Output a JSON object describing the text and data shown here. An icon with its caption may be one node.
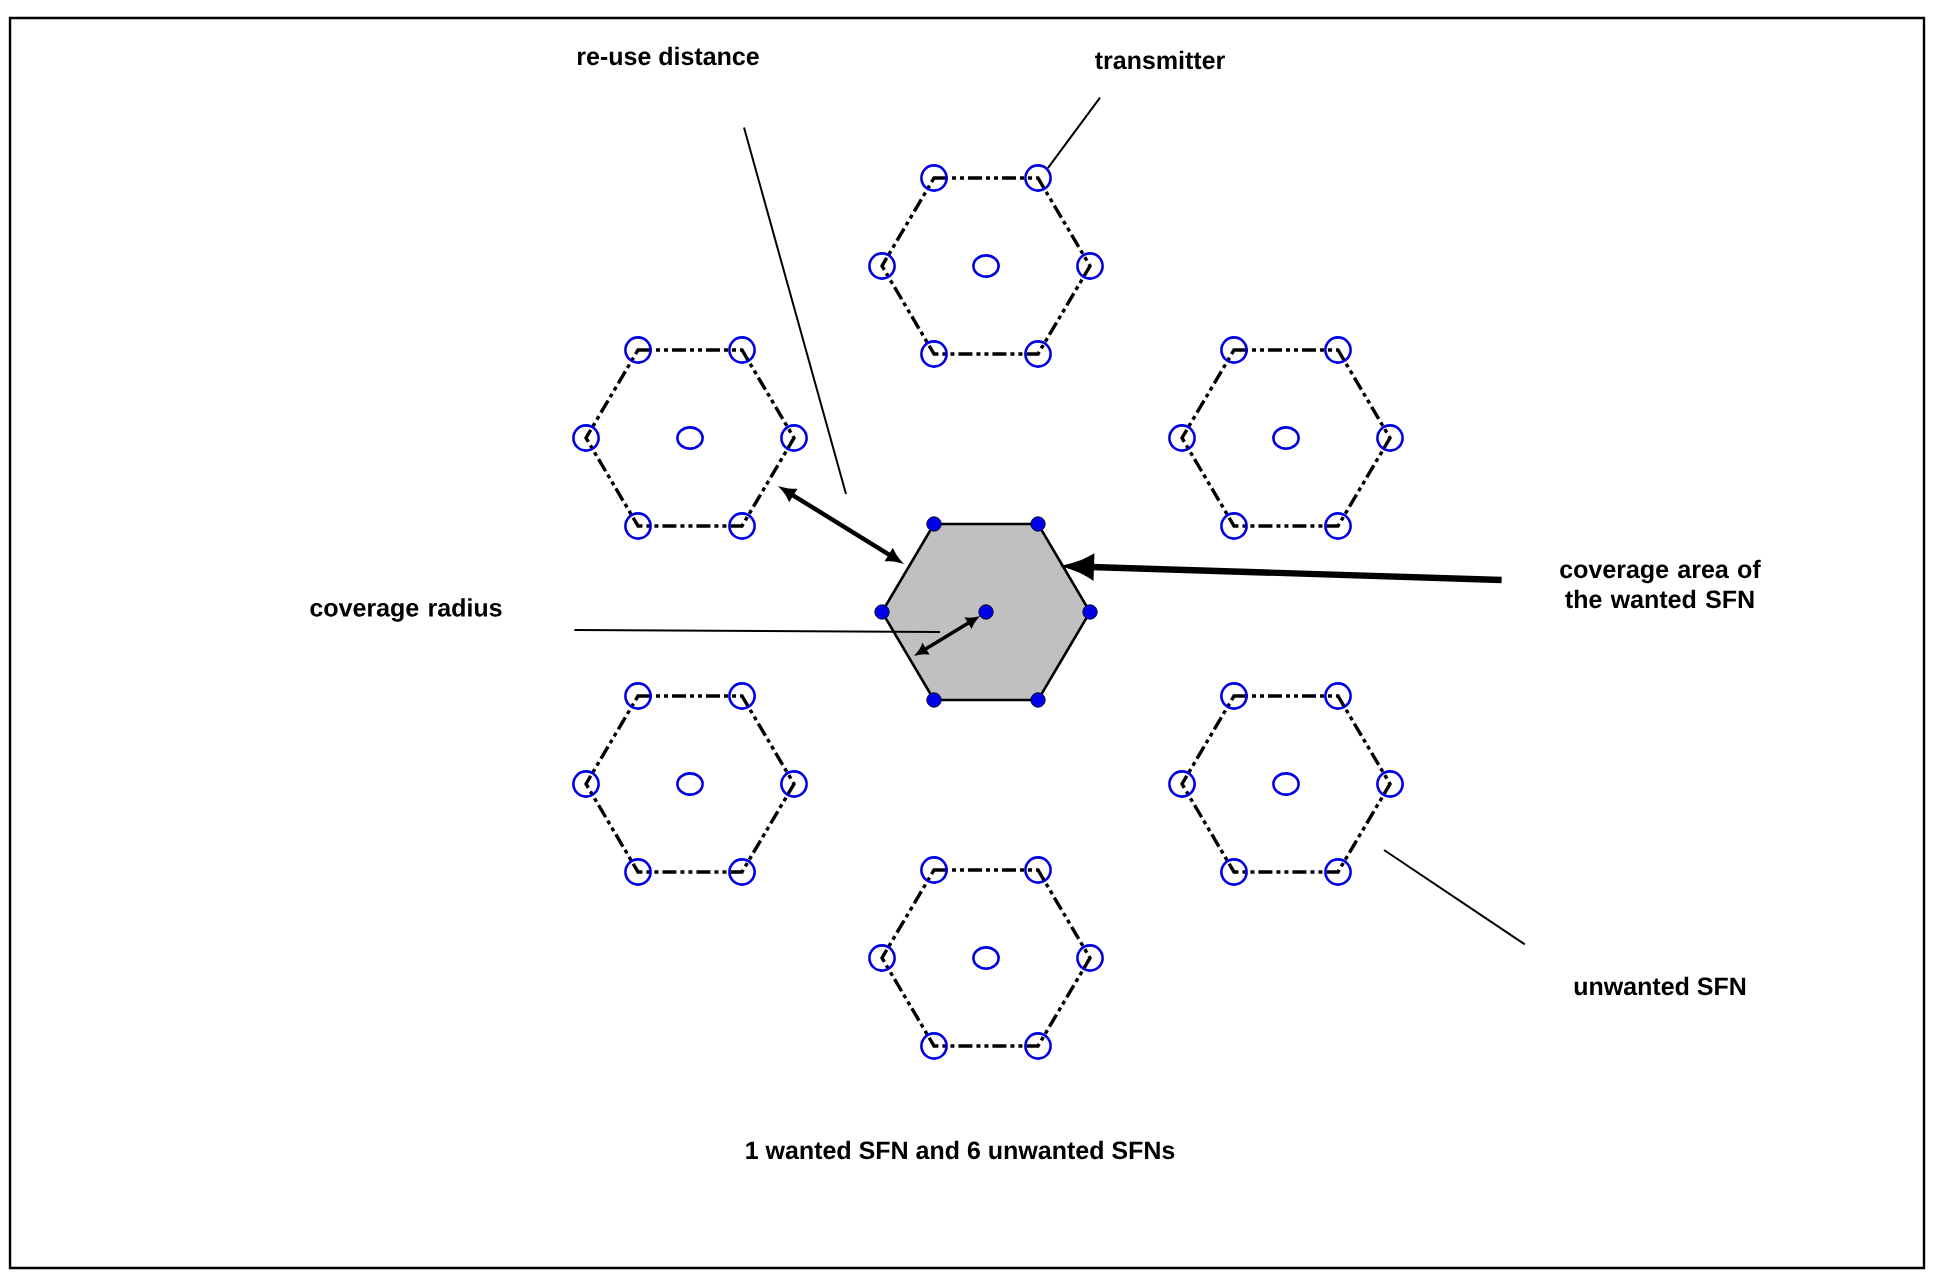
{
  "diagram": {
    "caption": "1 wanted SFN and 6 unwanted SFNs",
    "nodes": [
      {
        "text": [
          "re-use distance"
        ]
      },
      {
        "text": [
          "transmitter"
        ]
      },
      {
        "text": [
          "coverage radius"
        ]
      },
      {
        "text": [
          "coverage area of the wanted SFN"
        ]
      },
      {
        "text": [
          "unwanted SFN"
        ]
      },
      {
        "text": [],
        "shape": "hexagon"
      },
      {
        "text": [],
        "shape": "hexagon"
      },
      {
        "text": [],
        "shape": "hexagon"
      },
      {
        "text": [],
        "shape": "hexagon"
      },
      {
        "text": [],
        "shape": "hexagon"
      },
      {
        "text": [],
        "shape": "hexagon"
      },
      {
        "text": [],
        "shape": "hexagon"
      },
      {
        "text": [],
        "shape": "circle",
        "in": 6
      }
    ],
    "edges": [
      {
        "from": 0,
        "to": null,
        "arrow": "none"
      },
      {
        "from": 1,
        "to": 12,
        "arrow": "none"
      },
      {
        "from": 2,
        "to": 5,
        "arrow": "none"
      },
      {
        "from": 3,
        "to": 5,
        "arrow": "to",
        "style": "thick"
      },
      {
        "from": 4,
        "to": 10,
        "arrow": "none"
      }
    ]
  }
}
